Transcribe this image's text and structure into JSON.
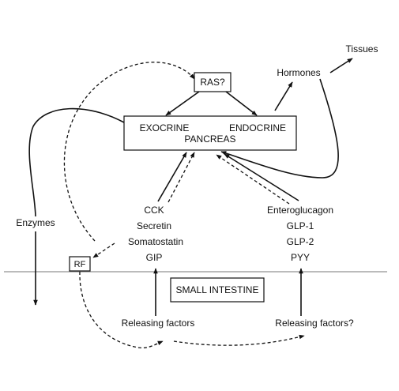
{
  "diagram": {
    "labels": {
      "tissues": "Tissues",
      "hormones": "Hormones",
      "ras": "RAS?",
      "exocrine": "EXOCRINE",
      "endocrine": "ENDOCRINE",
      "pancreas": "PANCREAS",
      "enzymes": "Enzymes",
      "rf": "RF",
      "cck": "CCK",
      "secretin": "Secretin",
      "somatostatin": "Somatostatin",
      "gip": "GIP",
      "enteroglucagon": "Enteroglucagon",
      "glp1": "GLP-1",
      "glp2": "GLP-2",
      "pyy": "PYY",
      "small_intestine": "SMALL INTESTINE",
      "releasing_factors_left": "Releasing factors",
      "releasing_factors_right": "Releasing factors?"
    },
    "colors": {
      "ink": "#111111",
      "background": "#ffffff"
    }
  }
}
